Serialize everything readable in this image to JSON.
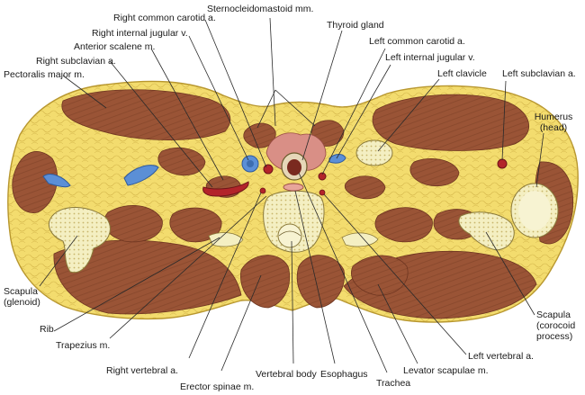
{
  "figure": {
    "labels": {
      "sternocleidomastoid": "Sternocleidomastoid mm.",
      "right_common_carotid": "Right common carotid a.",
      "right_internal_jugular": "Right internal jugular v.",
      "anterior_scalene": "Anterior scalene m.",
      "right_subclavian": "Right subclavian a.",
      "pectoralis_major": "Pectoralis major m.",
      "thyroid_gland": "Thyroid gland",
      "left_common_carotid": "Left common carotid a.",
      "left_internal_jugular": "Left internal jugular v.",
      "left_clavicle": "Left clavicle",
      "left_subclavian": "Left subclavian a.",
      "humerus": "Humerus\n(head)",
      "scapula_glenoid": "Scapula\n(glenoid)",
      "rib": "Rib",
      "trapezius": "Trapezius m.",
      "right_vertebral": "Right vertebral a.",
      "erector_spinae": "Erector spinae m.",
      "vertebral_body": "Vertebral body",
      "esophagus": "Esophagus",
      "trachea": "Trachea",
      "levator_scapulae": "Levator scapulae m.",
      "left_vertebral": "Left vertebral a.",
      "scapula_coracoid": "Scapula\n(corocoid\nprocess)"
    },
    "colors": {
      "fat": "#f3dc6e",
      "fat_edge": "#c9a93a",
      "muscle": "#9a5436",
      "muscle_dark": "#6e3520",
      "bone": "#f4efc2",
      "bone_marrow": "#c8b56a",
      "vein": "#5b8fd6",
      "artery": "#b3242a",
      "thyroid": "#d98f86",
      "trachea_wall": "#e6d7b8",
      "lumen": "#7a2a1f",
      "leader": "#2a2a2a"
    }
  }
}
